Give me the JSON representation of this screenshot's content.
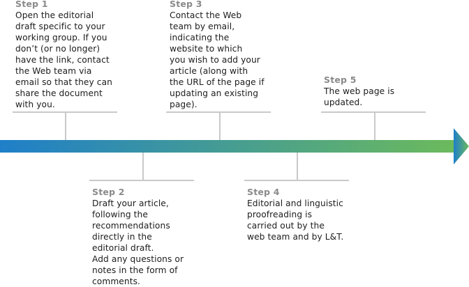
{
  "diagram": {
    "colors": {
      "arrow_start": "#1f7fc9",
      "arrow_end": "#6cba5c",
      "connector": "#c9c9c9",
      "title": "#8a8a8a",
      "text": "#1c1c1c"
    },
    "steps": [
      {
        "title": "Step 1",
        "text": "Open the editorial\ndraft specific to your\nworking group. If you\ndon’t (or no longer)\nhave the link, contact\nthe Web team via\nemail so that they can\nshare the document\nwith you."
      },
      {
        "title": "Step 2",
        "text": "Draft your article,\nfollowing the\nrecommendations\ndirectly in the\neditorial draft.\nAdd any questions or\nnotes in the form of\ncomments."
      },
      {
        "title": "Step 3",
        "text": "Contact the Web\nteam by email,\nindicating the\nwebsite to which\nyou wish to add your\narticle (along with\nthe URL of the page if\nupdating an existing\npage)."
      },
      {
        "title": "Step 4",
        "text": "Editorial and linguistic\nproofreading is\ncarried out by the\nweb team and by L&T."
      },
      {
        "title": "Step 5",
        "text": "The web page is\nupdated."
      }
    ]
  }
}
